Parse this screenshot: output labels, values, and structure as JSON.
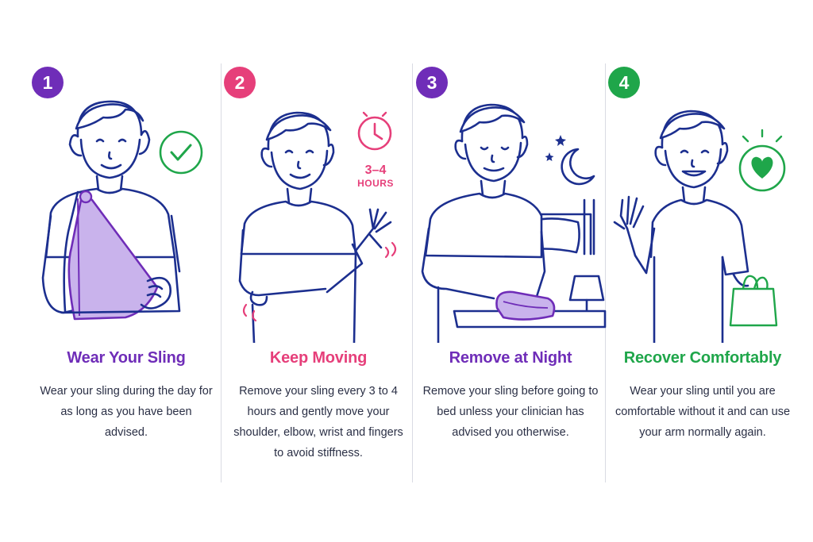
{
  "colors": {
    "purple": "#6f2db8",
    "pink": "#e63f7a",
    "green": "#1fa64a",
    "line": "#1c2f8f",
    "sling": "#c9b3ec",
    "text": "#2a2f45"
  },
  "steps": [
    {
      "number": "1",
      "title": "Wear Your Sling",
      "description": "Wear your sling during the day for as long as you have been advised.",
      "icon": "check-circle-icon"
    },
    {
      "number": "2",
      "title": "Keep Moving",
      "description": "Remove your sling every 3 to 4 hours and gently move your shoulder, elbow, wrist and fingers to avoid stiffness.",
      "icon": "clock-icon",
      "badge_number": "3–4",
      "badge_unit": "HOURS"
    },
    {
      "number": "3",
      "title": "Remove at Night",
      "description": "Remove your sling before going to bed unless your clinician has advised you otherwise.",
      "icon": "moon-stars-icon"
    },
    {
      "number": "4",
      "title": "Recover Comfortably",
      "description": "Wear your sling until you are comfortable without it and can use your arm normally again.",
      "icon": "heart-circle-icon"
    }
  ]
}
